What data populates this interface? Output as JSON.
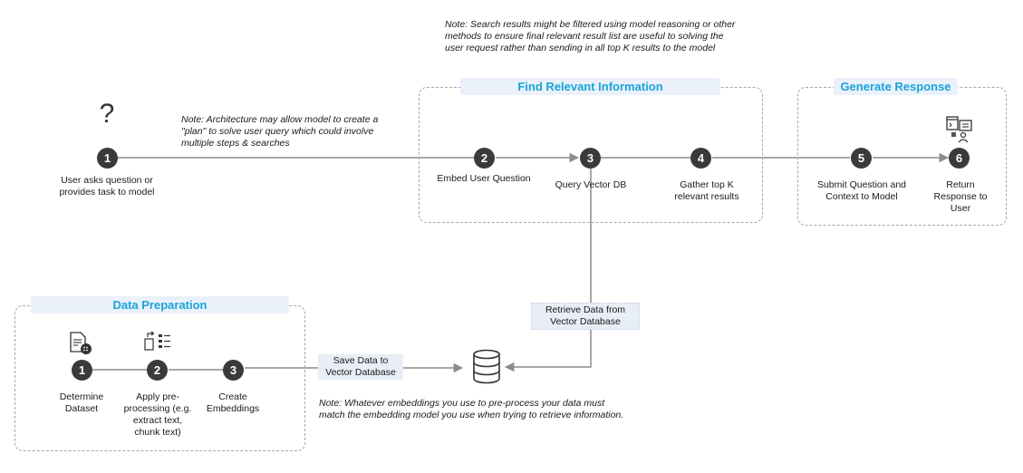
{
  "notes": {
    "search_filter": "Note: Search results might be filtered using model reasoning or other methods to ensure final relevant result list are useful to solving the user request rather than sending in all top K results to the model",
    "architecture": "Note: Architecture may allow model to create a \"plan\" to solve user query which could involve multiple steps & searches",
    "embeddings": "Note: Whatever embeddings you use to pre-process your data must match the embedding model you use when trying to retrieve information."
  },
  "user_step": {
    "number": "1",
    "label": "User asks question or provides task to model",
    "icon": "question-mark-icon",
    "glyph": "?"
  },
  "groups": {
    "find": {
      "title": "Find Relevant Information",
      "steps": [
        {
          "number": "2",
          "label": "Embed User Question"
        },
        {
          "number": "3",
          "label": "Query Vector DB"
        },
        {
          "number": "4",
          "label": "Gather top K relevant results"
        }
      ]
    },
    "generate": {
      "title": "Generate Response",
      "steps": [
        {
          "number": "5",
          "label": "Submit Question and Context to Model"
        },
        {
          "number": "6",
          "label": "Return Response to User",
          "icon": "response-dashboard-icon"
        }
      ]
    },
    "prep": {
      "title": "Data Preparation",
      "steps": [
        {
          "number": "1",
          "label": "Determine Dataset",
          "icon": "dataset-document-icon"
        },
        {
          "number": "2",
          "label": "Apply pre-processing (e.g. extract text, chunk text)",
          "icon": "preprocessing-icon"
        },
        {
          "number": "3",
          "label": "Create Embeddings"
        }
      ]
    }
  },
  "edges": {
    "retrieve": "Retrieve Data from Vector Database",
    "save": "Save Data to Vector Database"
  },
  "database": {
    "icon": "database-icon"
  },
  "colors": {
    "accent": "#1aa3d9",
    "step_fill": "#3a3a3a",
    "line": "#8c8c8c",
    "dash": "#a6a6a6",
    "label_bg": "#e8eef6"
  }
}
